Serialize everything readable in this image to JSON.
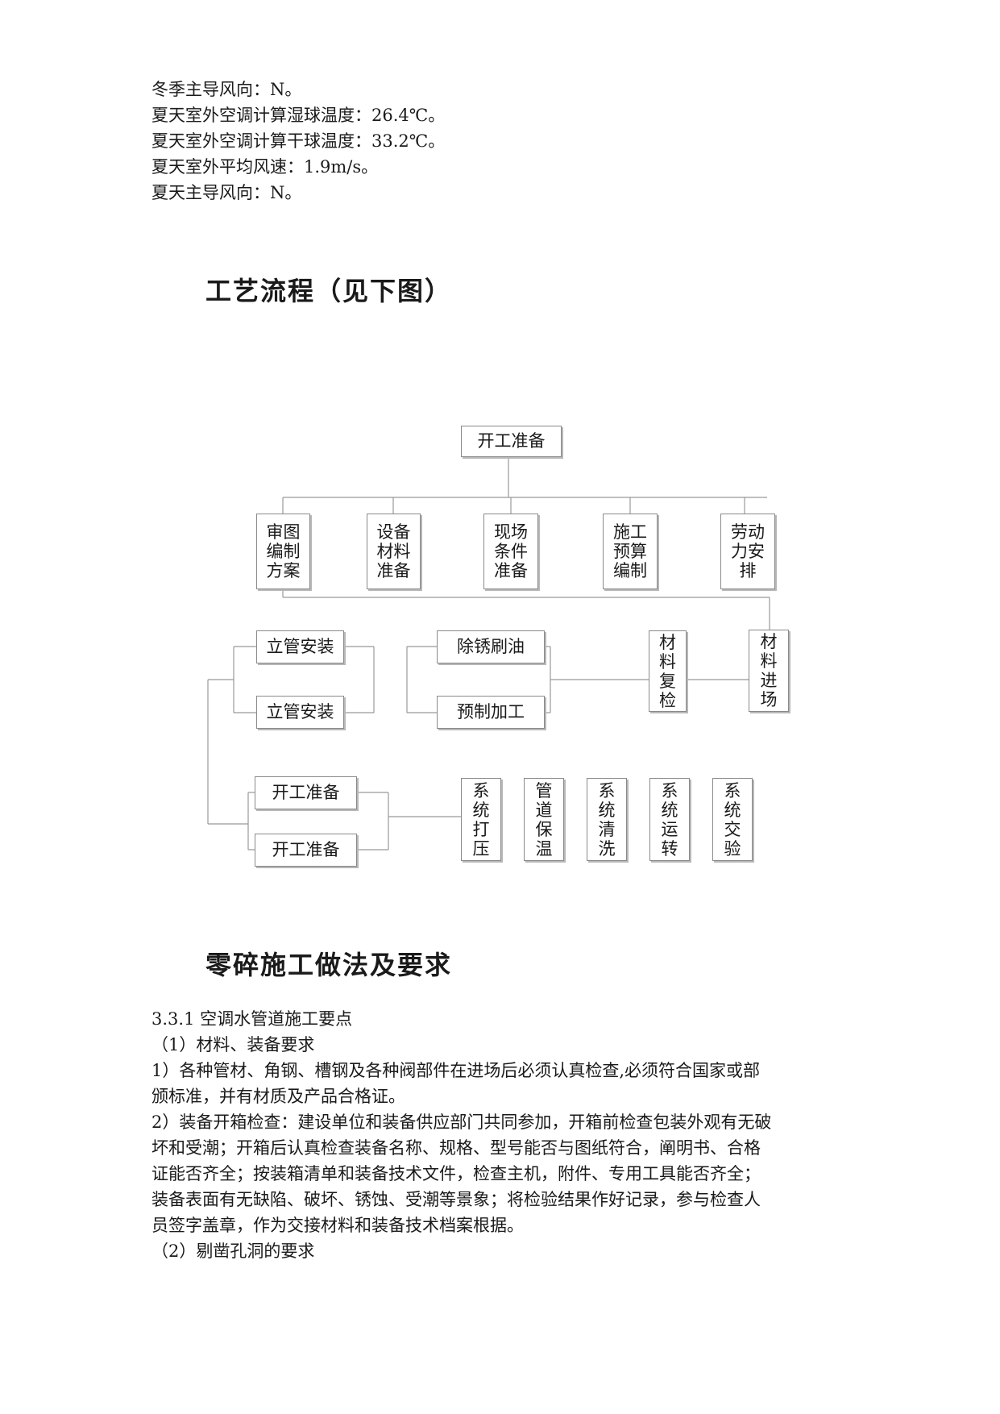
{
  "climate": [
    "冬季主导风向：N。",
    "夏天室外空调计算湿球温度：26.4℃。",
    "夏天室外空调计算干球温度：33.2℃。",
    "夏天室外平均风速：1.9m/s。",
    "夏天主导风向：N。"
  ],
  "section_process": {
    "title": "工艺流程（见下图）"
  },
  "flowchart": {
    "start": "开工准备",
    "prep": [
      "审图\n编制\n方案",
      "设备\n材料\n准备",
      "现场\n条件\n准备",
      "施工\n预算\n编制",
      "劳动\n力安\n排"
    ],
    "riser_1": "立管安装",
    "riser_2": "立管安装",
    "derust": "除锈刷油",
    "prefab": "预制加工",
    "recheck": "材\n料\n复\n检",
    "arrival": "材\n料\n进\n场",
    "start_2": "开工准备",
    "start_3": "开工准备",
    "final": [
      "系\n统\n打\n压",
      "管\n道\n保\n温",
      "系\n统\n清\n洗",
      "系\n统\n运\n转",
      "系\n统\n交\n验"
    ]
  },
  "section_detail": {
    "title": "零碎施工做法及要求"
  },
  "body": [
    "3.3.1 空调水管道施工要点",
    "（1）材料、装备要求",
    "1）各种管材、角钢、槽钢及各种阀部件在进场后必须认真检查,必须符合国家或部",
    "颁标准，并有材质及产品合格证。",
    "2）装备开箱检查：建设单位和装备供应部门共同参加，开箱前检查包装外观有无破",
    "坏和受潮；开箱后认真检查装备名称、规格、型号能否与图纸符合，阐明书、合格",
    "证能否齐全；按装箱清单和装备技术文件，检查主机，附件、专用工具能否齐全；",
    "装备表面有无缺陷、破坏、锈蚀、受潮等景象；将检验结果作好记录，参与检查人",
    "员签字盖章，作为交接材料和装备技术档案根据。",
    "（2）剔凿孔洞的要求"
  ]
}
